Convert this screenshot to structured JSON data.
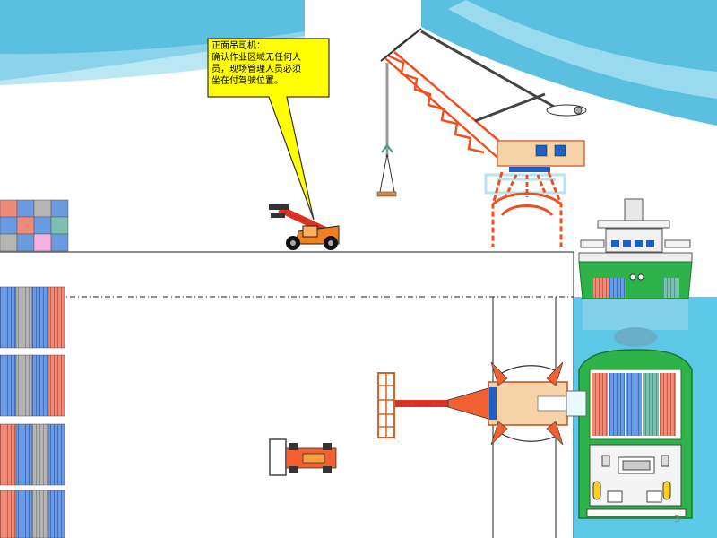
{
  "slide": {
    "callout": {
      "title": "正面吊司机：",
      "lines": [
        "确认作业区域无任何人",
        "员，现场管理人员必须",
        "坐在付驾驶位置。"
      ]
    },
    "page_number": "3"
  },
  "colors": {
    "callout_fill": "#ffff00",
    "sky_blue": "#5bc0e0",
    "water": "#5bc8e8",
    "crane_orange": "#f05020",
    "ship_green": "#2db34a",
    "container_blue": "#6a9ae0",
    "container_gray": "#b4b4b4",
    "container_salmon": "#f08a78",
    "container_teal": "#7ec0b0"
  },
  "icons": [
    "reach-stacker-icon",
    "gantry-crane-icon",
    "ship-icon",
    "container-icon"
  ]
}
